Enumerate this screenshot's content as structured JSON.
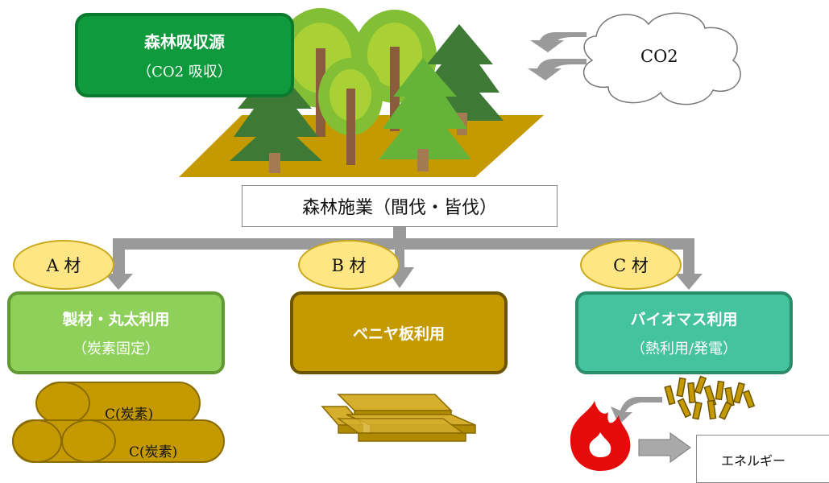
{
  "forest_source": {
    "title": "森林吸収源",
    "subtitle": "（CO2 吸収）"
  },
  "co2_cloud": {
    "label": "CO2"
  },
  "forestry_operation": {
    "label": "森林施業（間伐・皆伐）"
  },
  "grades": [
    {
      "label": "A 材"
    },
    {
      "label": "B 材"
    },
    {
      "label": "C 材"
    }
  ],
  "uses": [
    {
      "title": "製材・丸太利用",
      "subtitle": "（炭素固定）"
    },
    {
      "title": "ベニヤ板利用"
    },
    {
      "title": "バイオマス利用",
      "subtitle": "（熱利用/発電）"
    }
  ],
  "carbon_labels": [
    "C(炭素)",
    "C(炭素)"
  ],
  "energy_box": {
    "label": "エネルギー"
  },
  "colors": {
    "forest_green": "#0f9a3d",
    "a_use": "#8ed05a",
    "b_use": "#c49a00",
    "c_use": "#45c39e",
    "grade_fill": "#ffe685",
    "arrow_gray": "#9a9a9a",
    "flame": "#e50b0b"
  }
}
